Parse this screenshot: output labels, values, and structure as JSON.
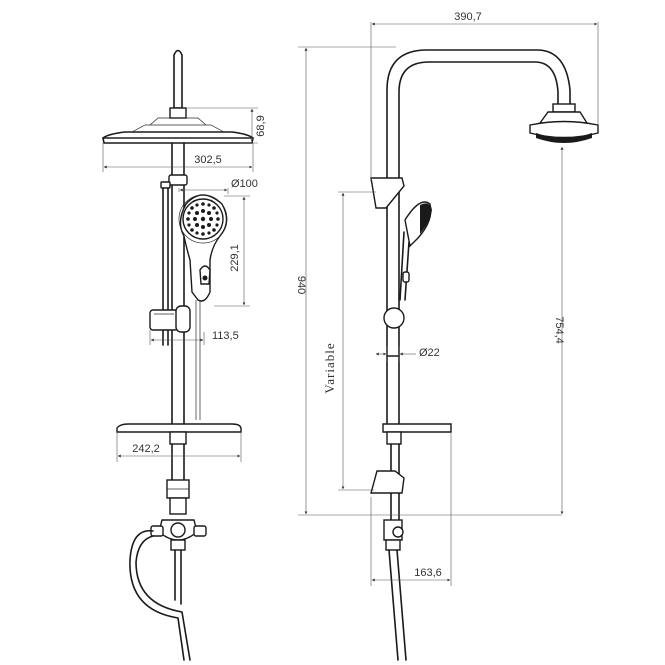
{
  "dimensions": {
    "head_height": "68,9",
    "head_diameter": "302,5",
    "hand_diameter": "Ø100",
    "hand_length": "229,1",
    "holder_offset": "113,5",
    "shelf_width": "242,2",
    "arm_width": "390,7",
    "total_height": "940",
    "slider_range": "Variable",
    "pipe_diameter": "Ø22",
    "head_drop": "754,4",
    "outlet_width": "163,6"
  }
}
